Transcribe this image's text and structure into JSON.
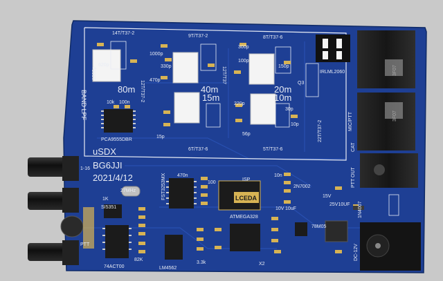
{
  "board": {
    "title": "uSDX",
    "callsign": "BG6JJI",
    "date": "2021/4/12",
    "section_label": "BAND LPF"
  },
  "bands": [
    {
      "label": "80m"
    },
    {
      "label": "40m"
    },
    {
      "label": "20m"
    },
    {
      "label": "15m"
    },
    {
      "label": "10m"
    }
  ],
  "coils": [
    {
      "label": "14T/T37-2"
    },
    {
      "label": "9T/T37-2"
    },
    {
      "label": "8T/T37-6"
    },
    {
      "label": "6T/T37-6"
    },
    {
      "label": "5T/T37-6"
    },
    {
      "label": "22T/T37-2"
    },
    {
      "label": "12T/T37-2"
    },
    {
      "label": "12T/T37"
    }
  ],
  "chips": [
    {
      "label": "PCA9555DBR"
    },
    {
      "label": "FST3253MX"
    },
    {
      "label": "ATMEGA328"
    },
    {
      "label": "SI5351"
    },
    {
      "label": "74ACT00"
    },
    {
      "label": "LM4562"
    },
    {
      "label": "2N7002"
    },
    {
      "label": "IRLML2060"
    },
    {
      "label": "78M05"
    },
    {
      "label": "27MHz"
    },
    {
      "label": "X2"
    },
    {
      "label": "Q3"
    }
  ],
  "isp": {
    "title": "ISP",
    "logo": "LCEDA"
  },
  "values": [
    {
      "label": "620p"
    },
    {
      "label": "1800p"
    },
    {
      "label": "1000p"
    },
    {
      "label": "330p"
    },
    {
      "label": "470p"
    },
    {
      "label": "300p"
    },
    {
      "label": "220p"
    },
    {
      "label": "150p"
    },
    {
      "label": "100p"
    },
    {
      "label": "56p"
    },
    {
      "label": "30p"
    },
    {
      "label": "15p"
    },
    {
      "label": "10p"
    },
    {
      "label": "10k"
    },
    {
      "label": "100n"
    },
    {
      "label": "470n"
    },
    {
      "label": "10n"
    },
    {
      "label": "100"
    },
    {
      "label": "1K"
    },
    {
      "label": "82K"
    },
    {
      "label": "3.3k"
    },
    {
      "label": "10uF"
    },
    {
      "label": "25V10UF"
    },
    {
      "label": "1N4007"
    },
    {
      "label": "10V"
    },
    {
      "label": "15V"
    }
  ],
  "connectors": [
    {
      "label": "MIC/PTT"
    },
    {
      "label": "PTT OUT"
    },
    {
      "label": "DC-12V"
    },
    {
      "label": "CAT"
    },
    {
      "label": "PTT"
    },
    {
      "label": "1-16"
    }
  ],
  "jack_markings": [
    {
      "label": "3F07"
    },
    {
      "label": "3F07"
    }
  ],
  "colors": {
    "pcb": "#1e3f94",
    "pcb_dark": "#142e72",
    "silkscreen": "#e8ecf5",
    "pad_gold": "#d7b354",
    "component_black": "#1b1b1b",
    "background": "#c9c9c9"
  }
}
